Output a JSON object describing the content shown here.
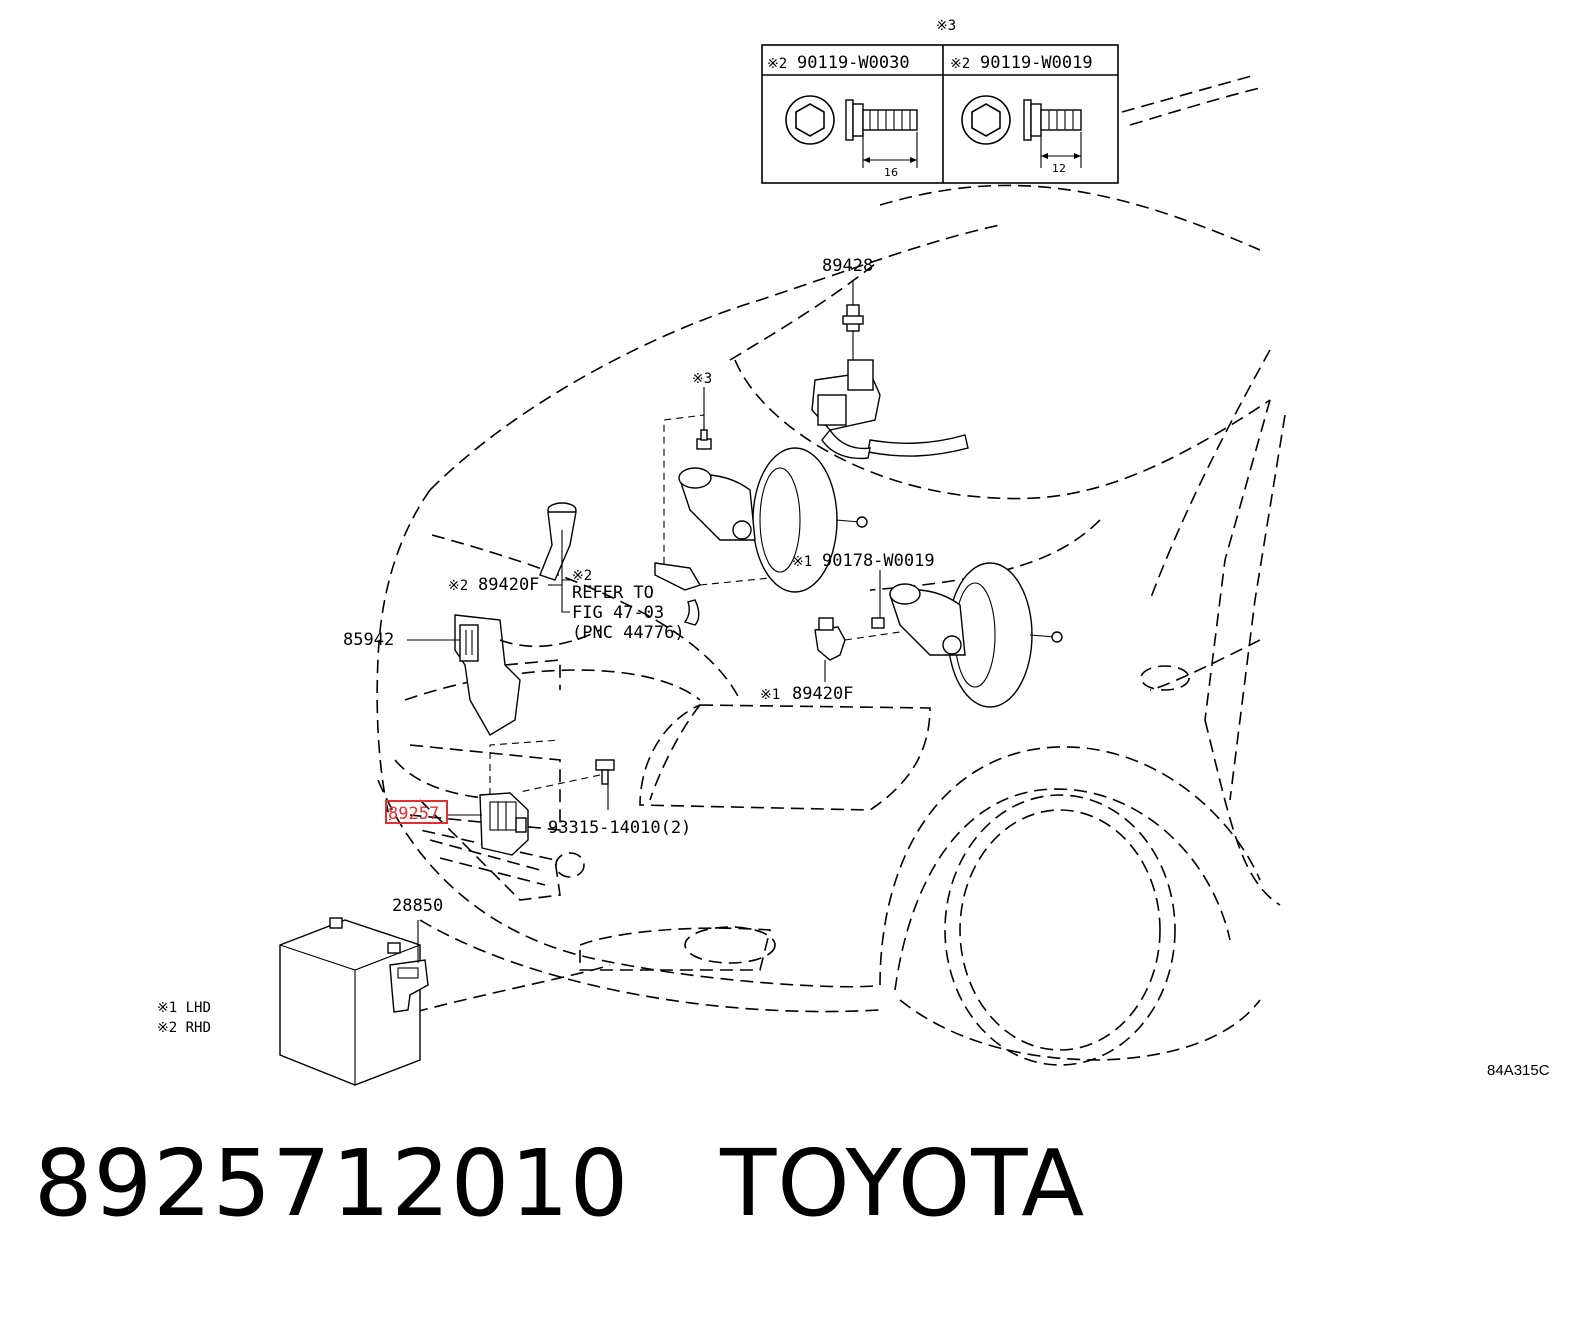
{
  "fastener_table": {
    "group_mark": "※3",
    "columns": [
      {
        "mark": "※2",
        "part": "90119-W0030",
        "dimension": "16"
      },
      {
        "mark": "※2",
        "part": "90119-W0019",
        "dimension": "12"
      }
    ]
  },
  "callouts": {
    "p89428": "89428",
    "mark3_bolt": "※3",
    "p89420F_rhd_mark": "※2",
    "p89420F_rhd": "89420F",
    "refer_mark": "※2",
    "refer_line1": "REFER TO",
    "refer_line2": "FIG 47-03",
    "refer_line3": "(PNC 44776)",
    "p85942": "85942",
    "p90178_mark": "※1",
    "p90178": "90178-W0019",
    "p89420F_lhd_mark": "※1",
    "p89420F_lhd": "89420F",
    "p89257": "89257",
    "p93315": "93315-14010(2)",
    "p28850": "28850"
  },
  "legend": {
    "line1": "※1 LHD",
    "line2": "※2 RHD"
  },
  "illustration_code": "84A315C",
  "footer": {
    "part_number": "8925712010",
    "brand": "TOYOTA"
  },
  "colors": {
    "highlight": "#e03030",
    "ink": "#000000",
    "background": "#ffffff"
  }
}
